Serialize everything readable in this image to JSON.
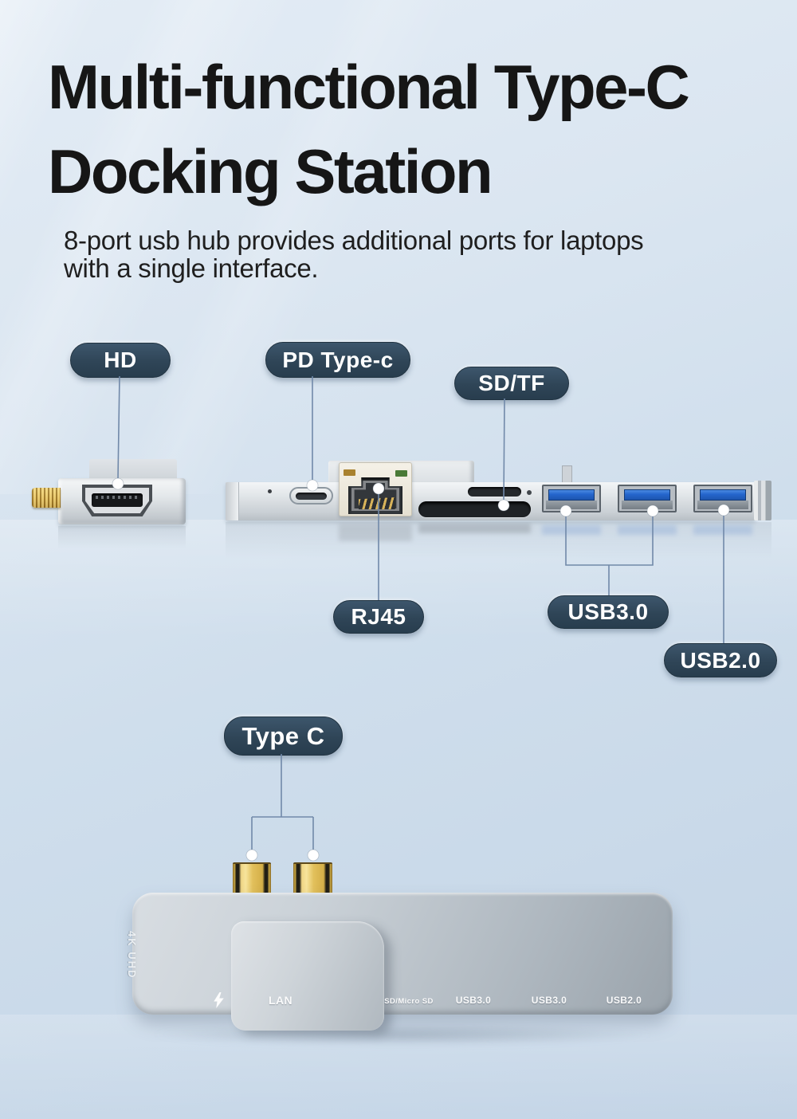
{
  "header": {
    "title_line1": "Multi-functional Type-C",
    "title_line2": "Docking Station",
    "subtitle_line1": "8-port usb hub provides additional ports for laptops",
    "subtitle_line2": "with a single interface."
  },
  "callouts": {
    "hd": "HD",
    "pd_typec": "PD Type-c",
    "sd_tf": "SD/TF",
    "rj45": "RJ45",
    "usb30": "USB3.0",
    "usb20": "USB2.0",
    "type_c": "Type C"
  },
  "device_labels": {
    "uhd": "4K UHD",
    "power_icon": "lightning-bolt-icon",
    "lan": "LAN",
    "sd_micro_sd": "SD/Micro SD",
    "usb3_first": "USB3.0",
    "usb3_second": "USB3.0",
    "usb2": "USB2.0"
  },
  "colors": {
    "pill": "#2f4557",
    "line": "#7189a9",
    "usb_blue": "#2465cc",
    "gold": "#e3c261",
    "title_text": "#161616",
    "background_top": "#e3ecf5",
    "background_bottom": "#c3d4e6"
  }
}
